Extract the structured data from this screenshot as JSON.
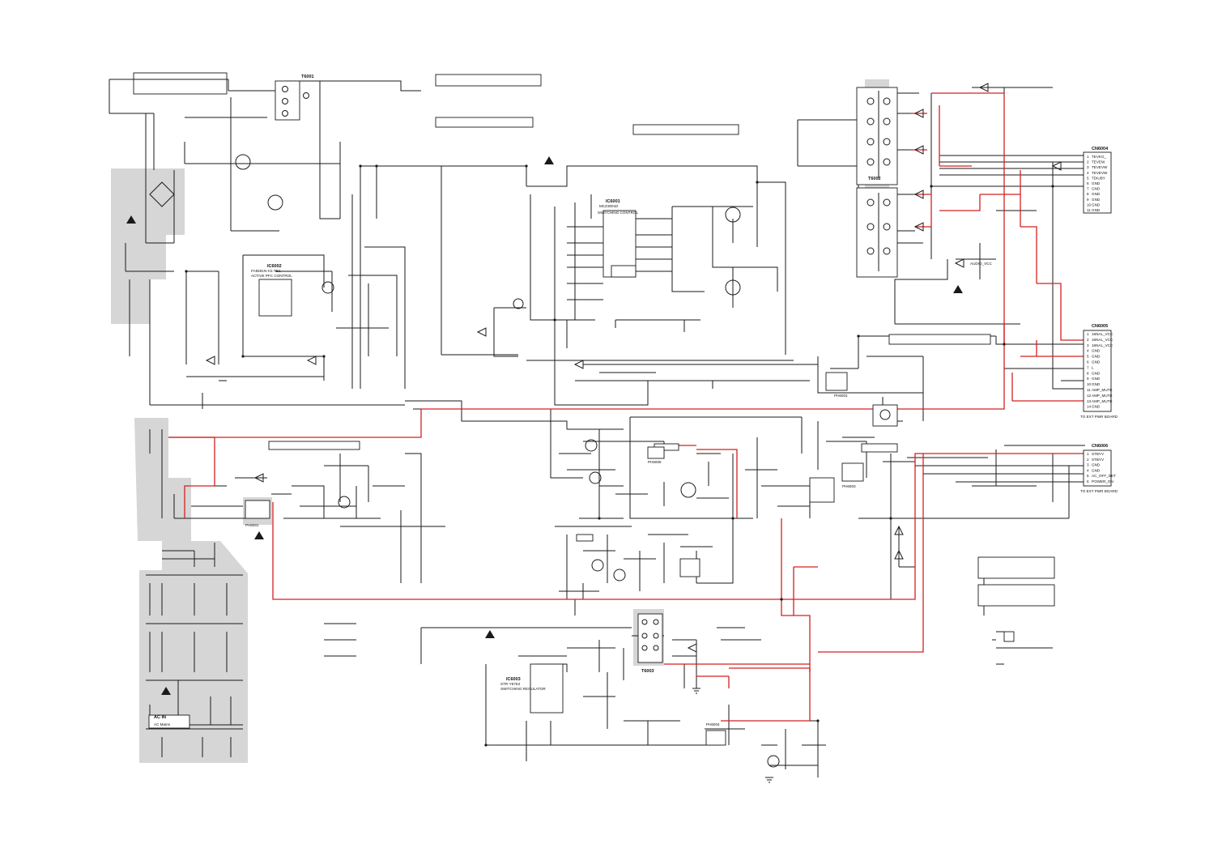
{
  "connectors": {
    "cn6004": {
      "ref": "CN6004",
      "pins": [
        "TEVKG_",
        "TEVEW",
        "TEVEVW",
        "TEVEVW",
        "TDIUBY",
        "GND",
        "GND",
        "GND",
        "GND",
        "GND",
        "GND"
      ]
    },
    "cn6005": {
      "ref": "CN6005",
      "pins": [
        "16NAL_VCC",
        "16NAL_VCC",
        "16NAL_VCC",
        "GND",
        "GND",
        "GND",
        "L",
        "GND",
        "GND",
        "GND",
        "AMP_MUTE",
        "AMP_MUTE",
        "AMP_MUTE",
        "GND"
      ],
      "note": "TO EXT PWR BOARD"
    },
    "cn6006": {
      "ref": "CN6006",
      "pins": [
        "STBYV",
        "STBYV",
        "GND",
        "GND",
        "AC_OFF_DET",
        "POWER_ON"
      ],
      "note": "TO EXT PWR BOARD"
    }
  },
  "ics": {
    "ic6001": {
      "ref": "IC6001",
      "part": "MCZ3001D",
      "func": "SWITCHING CONTROL"
    },
    "ic6002": {
      "ref": "IC6002",
      "part": "FA5591N-H1-TE1",
      "func": "ACTIVE PFC CONTROL"
    },
    "ic6003": {
      "ref": "IC6003",
      "part": "STR-Y6763",
      "func": "SWITCHING REGULATOR"
    }
  },
  "labels": {
    "ac_in": "AC IN",
    "ac_mains": "AC Mains",
    "audio_vcc": "AUDIO_VCC",
    "transformers": [
      "T6001",
      "T6002",
      "T6003"
    ],
    "photocouplers": [
      "PH6001",
      "PH6002",
      "PH6003",
      "PH6004",
      "PH6005"
    ]
  },
  "colors": {
    "wire": "#1a1a1a",
    "highlight": "#d42020",
    "shade": "#d6d6d6"
  }
}
